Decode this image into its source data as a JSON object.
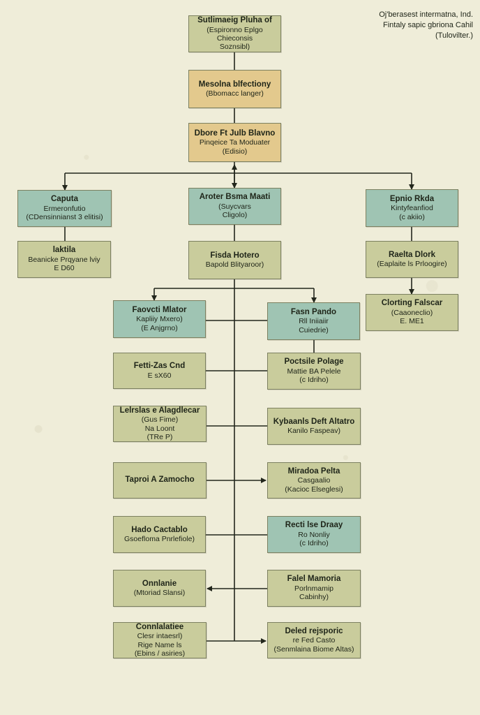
{
  "legend": [
    "Oj'berasest intermatna, Ind.",
    "Fintaly sapic gbriona Cahil",
    "(Tulovilter.)"
  ],
  "nodes": {
    "n1": {
      "lines": [
        "Sutlimaeig Pluha of",
        "(Espironno Eplgo",
        "Chieconsis",
        "Soznsibl)"
      ],
      "color": "olive"
    },
    "n2": {
      "lines": [
        "Mesolna blfectiony",
        "(Bbomacc langer)"
      ],
      "color": "sand"
    },
    "n3": {
      "lines": [
        "Dbore Ft Julb Blavno",
        "Pinqeice Ta Moduater",
        "(Edisio)"
      ],
      "color": "sand"
    },
    "n4": {
      "lines": [
        "Caputa",
        "Ermeronfutio",
        "(CDensinnianst 3 elitisi)"
      ],
      "color": "teal"
    },
    "n5": {
      "lines": [
        "Aroter Bsma Maati",
        "(Suycvars",
        "Cligolo)"
      ],
      "color": "teal"
    },
    "n6": {
      "lines": [
        "Epnio Rkda",
        "Kintyfeanfiod",
        "(c akiio)"
      ],
      "color": "teal"
    },
    "n7": {
      "lines": [
        "laktila",
        "Beanicke Prqyane lviy",
        "E D60"
      ],
      "color": "olive"
    },
    "n8": {
      "lines": [
        "Fisda Hotero",
        "Bapold Blityaroor)"
      ],
      "color": "olive"
    },
    "n9": {
      "lines": [
        "Raelta Dlork",
        "(Eaplaite ls Prloogire)"
      ],
      "color": "olive"
    },
    "n10": {
      "lines": [
        "Clorting Falscar",
        "(Caaoneclio)",
        "E. ME1"
      ],
      "color": "olive"
    },
    "n11": {
      "lines": [
        "Faovcti Mlator",
        "Kapliiy Mxero)",
        "(E Anjgrno)"
      ],
      "color": "teal"
    },
    "n12": {
      "lines": [
        "Fasn Pando",
        "Rll Iniiaiir",
        "Cuiedrie)"
      ],
      "color": "teal"
    },
    "n13": {
      "lines": [
        "Fetti-Zas Cnd",
        "E sX60"
      ],
      "color": "olive"
    },
    "n14": {
      "lines": [
        "Poctsile Polage",
        "Mattie BA Pelele",
        "(c Idriho)"
      ],
      "color": "olive"
    },
    "n15": {
      "lines": [
        "Lelrslas e Alagdlecar",
        "(Gus Fime)",
        "Na Loont",
        "(TRe P)"
      ],
      "color": "olive"
    },
    "n16": {
      "lines": [
        "Kybaanls Deft Altatro",
        "Kanilo Faspeav)"
      ],
      "color": "olive"
    },
    "n17": {
      "lines": [
        "Taproi A Zamocho"
      ],
      "color": "olive"
    },
    "n18": {
      "lines": [
        "Miradoa Pelta",
        "Casgaalio",
        "(Kacioc Elseglesi)"
      ],
      "color": "olive"
    },
    "n19": {
      "lines": [
        "Hado Cactablo",
        "Gsoefloma Pnrlefiole)"
      ],
      "color": "olive"
    },
    "n20": {
      "lines": [
        "Recti lse Draay",
        "Ro Nonliy",
        "(c Idriho)"
      ],
      "color": "teal"
    },
    "n21": {
      "lines": [
        "Onnlanie",
        "(Mtoriad Slansi)"
      ],
      "color": "olive"
    },
    "n22": {
      "lines": [
        "Falel Mamoria",
        "Porlnmamip",
        "Cabinhy)"
      ],
      "color": "olive"
    },
    "n23": {
      "lines": [
        "Connlalatiee",
        "Clesr intaesrl)",
        "Rige Name ls",
        "(Ebins / asiries)"
      ],
      "color": "olive"
    },
    "n24": {
      "lines": [
        "Deled rejsporic",
        "re Fed Casto",
        "(Senmlaina Biome Altas)"
      ],
      "color": "olive"
    }
  }
}
